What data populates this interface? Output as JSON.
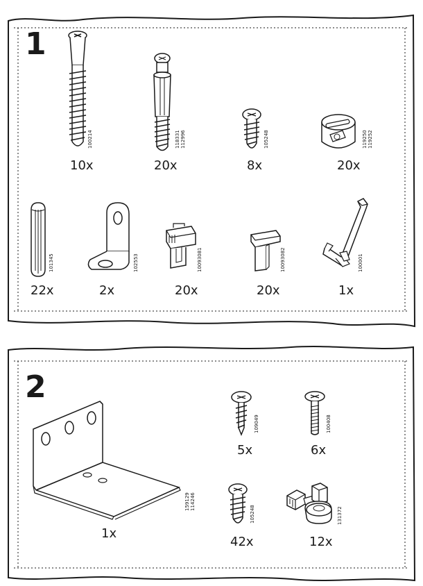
{
  "step1": {
    "number": "1",
    "parts": [
      {
        "qty": "10x",
        "codes": [
          "100214"
        ],
        "icon": "long-cam-bolt-icon"
      },
      {
        "qty": "20x",
        "codes": [
          "118331",
          "112996"
        ],
        "icon": "connector-bolt-icon"
      },
      {
        "qty": "8x",
        "codes": [
          "105248"
        ],
        "icon": "short-screw-icon"
      },
      {
        "qty": "20x",
        "codes": [
          "119250",
          "119252"
        ],
        "icon": "cam-lock-icon"
      },
      {
        "qty": "22x",
        "codes": [
          "101345"
        ],
        "icon": "wooden-dowel-icon"
      },
      {
        "qty": "2x",
        "codes": [
          "102553"
        ],
        "icon": "angle-bracket-icon"
      },
      {
        "qty": "20x",
        "codes": [
          "10093081"
        ],
        "icon": "shelf-support-clip-icon"
      },
      {
        "qty": "20x",
        "codes": [
          "10093082"
        ],
        "icon": "shelf-support-icon"
      },
      {
        "qty": "1x",
        "codes": [
          "100001"
        ],
        "icon": "hex-key-icon"
      }
    ]
  },
  "step2": {
    "number": "2",
    "parts": [
      {
        "qty": "1x",
        "codes": [
          "159129",
          "114246"
        ],
        "icon": "large-angle-bracket-icon"
      },
      {
        "qty": "5x",
        "codes": [
          "109049"
        ],
        "icon": "wood-screw-icon"
      },
      {
        "qty": "6x",
        "codes": [
          "100408"
        ],
        "icon": "machine-screw-icon"
      },
      {
        "qty": "42x",
        "codes": [
          "105248"
        ],
        "icon": "short-screw-icon"
      },
      {
        "qty": "12x",
        "codes": [
          "131372"
        ],
        "icon": "wall-anchor-icon"
      }
    ]
  }
}
